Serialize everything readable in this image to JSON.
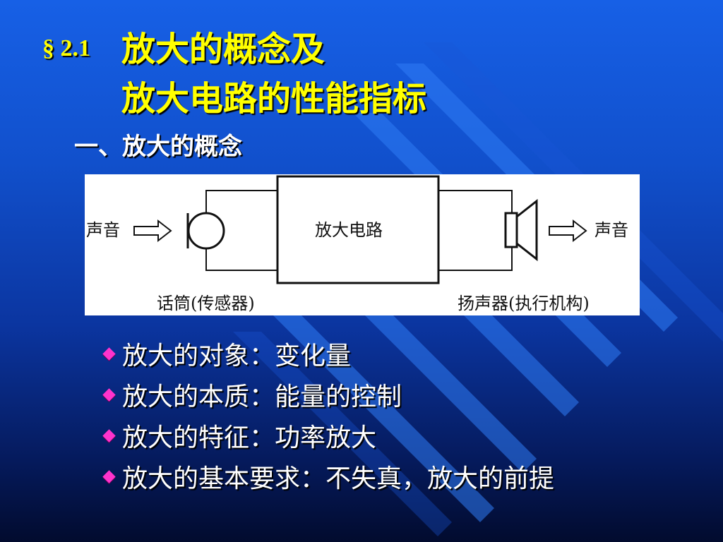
{
  "slide": {
    "section_no": "§ 2.1",
    "title_line1": "放大的概念及",
    "title_line2": "放大电路的性能指标",
    "subheading": "一、放大的概念"
  },
  "diagram": {
    "input_label": "声音",
    "amplifier_label": "放大电路",
    "output_label": "声音",
    "mic_caption": "话筒(传感器)",
    "speaker_caption": "扬声器(执行机构)"
  },
  "bullets": [
    "放大的对象：变化量",
    "放大的本质：能量的控制",
    "放大的特征：功率放大",
    "放大的基本要求：不失真，放大的前提"
  ],
  "colors": {
    "title": "#ffff00",
    "text": "#ffffff",
    "bullet_marker": "#ff33cc"
  }
}
